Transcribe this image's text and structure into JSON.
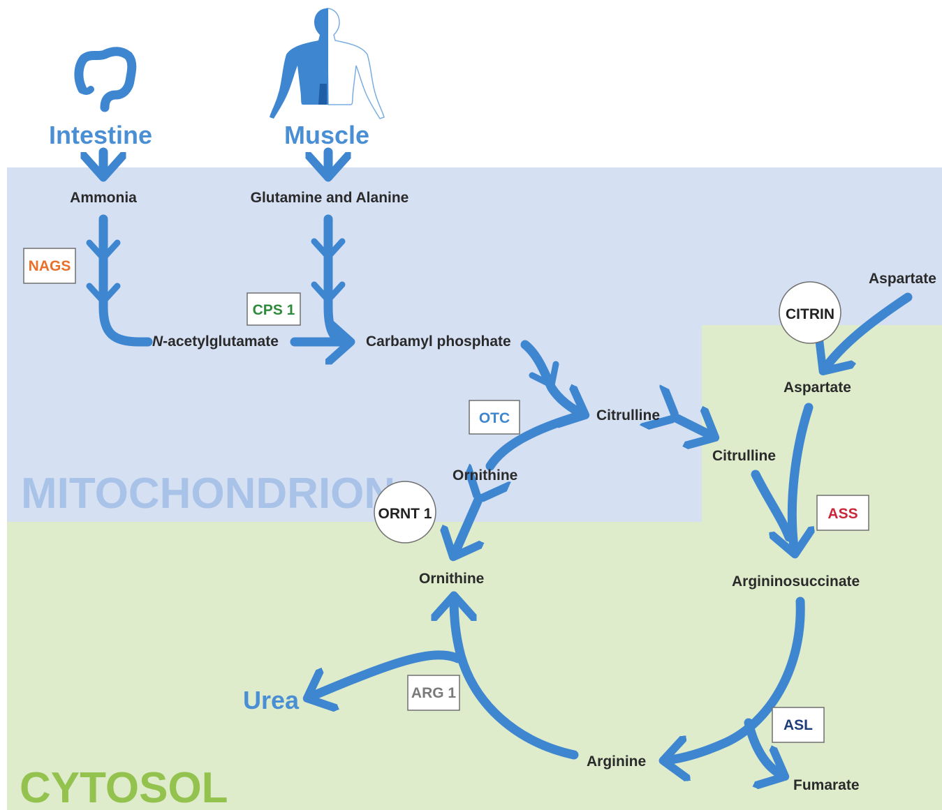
{
  "sources": {
    "intestine": "Intestine",
    "muscle": "Muscle"
  },
  "regions": {
    "mitochondrion": "MITOCHONDRION",
    "cytosol": "CYTOSOL"
  },
  "metabolites": {
    "ammonia": "Ammonia",
    "glutamine_alanine": "Glutamine and Alanine",
    "n_acetylglutamate_prefix": "N",
    "n_acetylglutamate_rest": "-acetylglutamate",
    "carbamyl_phosphate": "Carbamyl phosphate",
    "citrulline_mito": "Citrulline",
    "citrulline_cyto": "Citrulline",
    "ornithine_mito": "Ornithine",
    "ornithine_cyto": "Ornithine",
    "aspartate_outer": "Aspartate",
    "aspartate_inner": "Aspartate",
    "argininosuccinate": "Argininosuccinate",
    "arginine": "Arginine",
    "fumarate": "Fumarate",
    "urea": "Urea"
  },
  "enzymes": {
    "nags": "NAGS",
    "cps1": "CPS 1",
    "otc": "OTC",
    "ornt1": "ORNT 1",
    "citrin": "CITRIN",
    "ass": "ASS",
    "asl": "ASL",
    "arg1": "ARG 1"
  },
  "colors": {
    "mitochondrion_bg": "#d5e0f3",
    "cytosol_bg": "#dfeccb",
    "arrow": "#3f86d1",
    "source_text": "#4a8fd4",
    "mitochondrion_label": "#a9c3e8",
    "cytosol_label": "#93c24e",
    "nags": "#e8702a",
    "cps1": "#2f8a3c",
    "otc": "#3f86d1",
    "ornt1": "#222222",
    "citrin": "#222222",
    "ass": "#c8283a",
    "asl": "#1f3c7a",
    "arg1": "#7a7a7a"
  },
  "icons": {
    "intestine": "intestine-icon",
    "muscle": "human-body-muscle-icon"
  }
}
